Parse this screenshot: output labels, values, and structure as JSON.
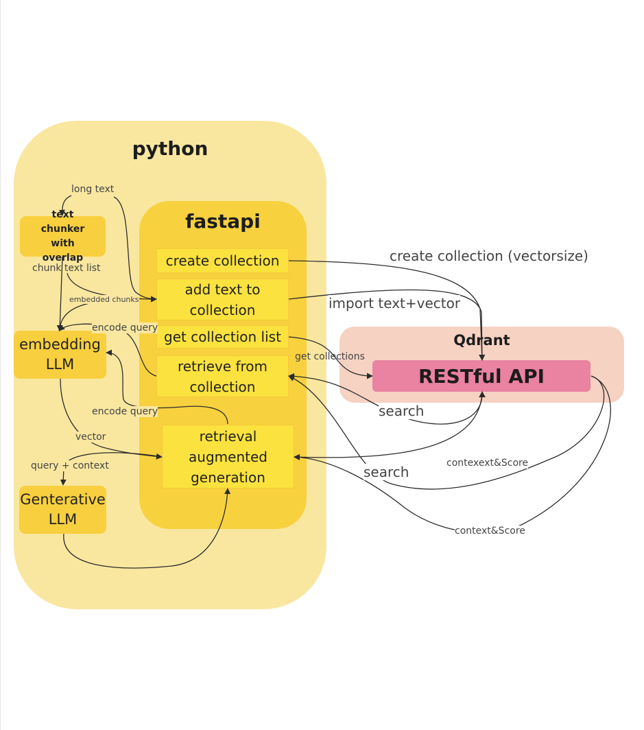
{
  "groups": {
    "python": "python",
    "fastapi": "fastapi",
    "qdrant": "Qdrant"
  },
  "nodes": {
    "text_chunker": "text chunker with overlap",
    "embedding_llm": "embedding LLM",
    "generative_llm": "Genterative LLM",
    "create_collection": "create collection",
    "add_text": "add text to collection",
    "get_collection_list": "get collection list",
    "retrieve": "retrieve from collection",
    "rag": "retrieval augmented generation",
    "restful_api": "RESTful API"
  },
  "edge_labels": {
    "long_text": "long text",
    "chunk_text_list": "chunk text list",
    "embedded_chunks": "embedded chunks",
    "encode_query_1": "encode query",
    "encode_query_2": "encode query",
    "vector": "vector",
    "query_context": "query + context",
    "create_collection_vectorsize": "create collection (vectorsize)",
    "import_text_vector": "import text+vector",
    "get_collections": "get collections",
    "search_1": "search",
    "search_2": "search",
    "contexext_score": "contexext&Score",
    "context_score": "context&Score"
  },
  "colors": {
    "python_bg": "#f9e7a0",
    "fastapi_bg": "#f8d13f",
    "inner_box": "#fbe23e",
    "side_box": "#f8cf3e",
    "qdrant_bg": "#f6d2c3",
    "restful_api": "#ea82a2",
    "edge": "#2b2b2b"
  }
}
